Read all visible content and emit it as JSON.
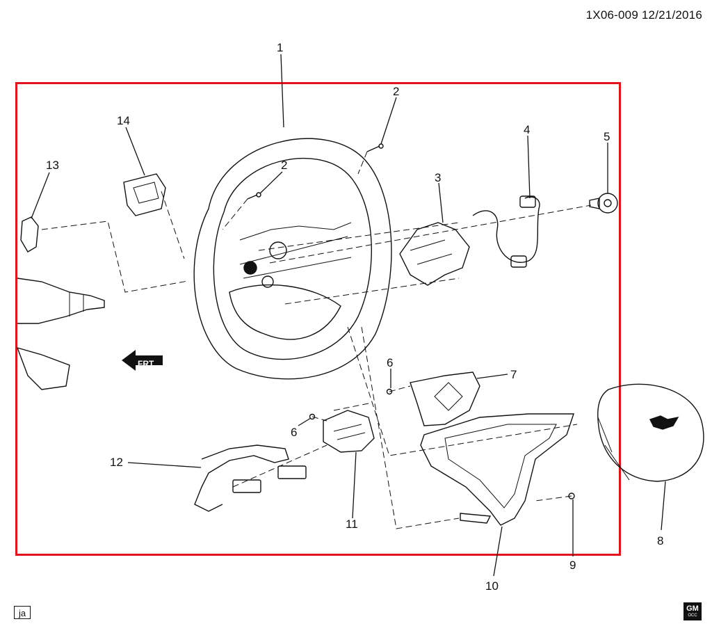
{
  "header": {
    "code": "1X06-009  12/21/2016"
  },
  "callouts": [
    "1",
    "2",
    "2",
    "3",
    "4",
    "5",
    "6",
    "6",
    "7",
    "8",
    "9",
    "10",
    "11",
    "12",
    "13",
    "14"
  ],
  "direction_label": "FRT",
  "footer": {
    "locale_tag": "ja",
    "brand": "GM",
    "brand_sub": "OCC"
  },
  "colors": {
    "frame": "#e4131b",
    "line": "#111111"
  }
}
